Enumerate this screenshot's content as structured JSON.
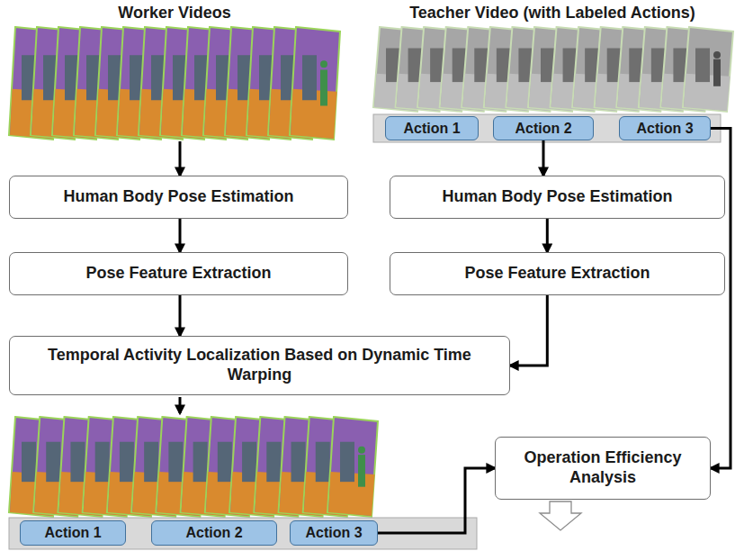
{
  "diagram": {
    "nodes": [
      {
        "text": [
          "Worker Videos"
        ]
      },
      {
        "text": [
          "Teacher Video (with Labeled Actions)"
        ]
      },
      {
        "text": [
          "Action 1"
        ],
        "in": 1
      },
      {
        "text": [
          "Action 2"
        ],
        "in": 1
      },
      {
        "text": [
          "Action 3"
        ],
        "in": 1
      },
      {
        "text": [
          "Human Body Pose Estimation"
        ]
      },
      {
        "text": [
          "Human Body Pose Estimation"
        ]
      },
      {
        "text": [
          "Pose Feature Extraction"
        ]
      },
      {
        "text": [
          "Pose Feature Extraction"
        ]
      },
      {
        "text": [
          "Temporal Activity Localization Based on Dynamic Time Warping"
        ]
      },
      {
        "text": [
          "Operation Efficiency Analysis"
        ]
      },
      {
        "text": [
          "Action 1"
        ]
      },
      {
        "text": [
          "Action 2"
        ]
      },
      {
        "text": [
          "Action 3"
        ]
      }
    ],
    "edges": [
      {
        "from": 0,
        "to": 5,
        "arrow": "to"
      },
      {
        "from": 3,
        "to": 6,
        "arrow": "to"
      },
      {
        "from": 5,
        "to": 7,
        "arrow": "to"
      },
      {
        "from": 6,
        "to": 8,
        "arrow": "to"
      },
      {
        "from": 7,
        "to": 9,
        "arrow": "to"
      },
      {
        "from": 8,
        "to": 9,
        "arrow": "to"
      },
      {
        "from": 4,
        "to": 10,
        "arrow": "to"
      },
      {
        "from": 13,
        "to": 10,
        "arrow": "to"
      }
    ]
  }
}
